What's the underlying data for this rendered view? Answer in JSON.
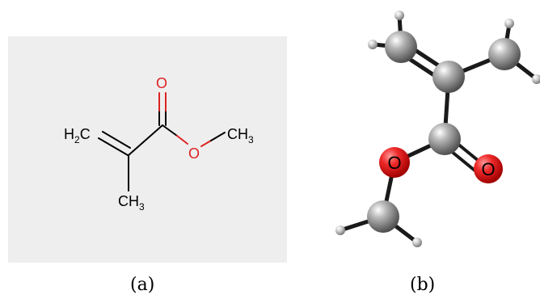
{
  "panel_a": {
    "caption": "(a)",
    "atoms": {
      "h2c_h": "H",
      "h2c_sub": "2",
      "h2c_c": "C",
      "o_carbonyl": "O",
      "o_ester": "O",
      "ch3_right_ch": "CH",
      "ch3_right_sub": "3",
      "ch3_bottom_ch": "CH",
      "ch3_bottom_sub": "3"
    }
  },
  "panel_b": {
    "caption": "(b)",
    "atoms": {
      "o_ester": "O",
      "o_carbonyl": "O"
    }
  },
  "colors": {
    "panel_background": "#eeeeee",
    "bond": "#000000",
    "oxygen": "#dd2222",
    "carbon_ball": "#8a8a8a",
    "hydrogen_ball": "#c8c8c8"
  }
}
